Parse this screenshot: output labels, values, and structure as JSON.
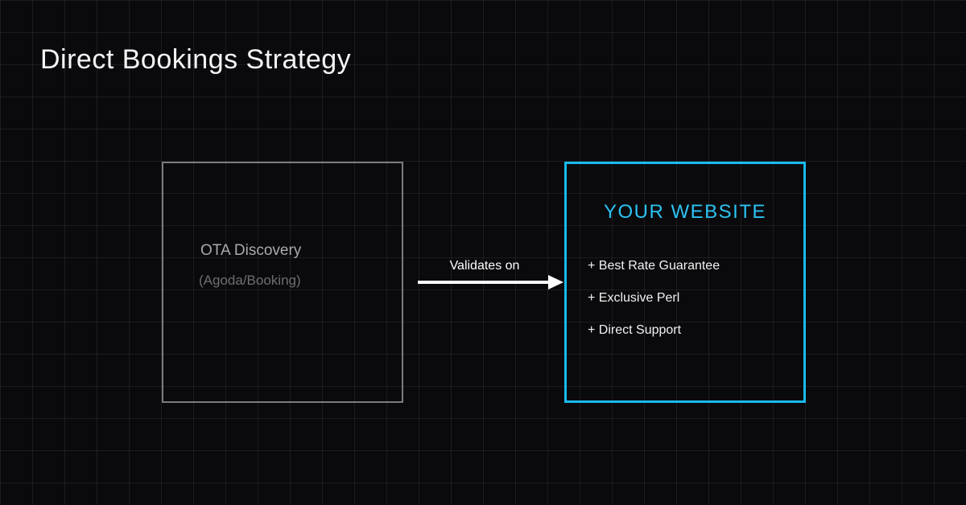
{
  "title": "Direct Bookings Strategy",
  "diagram": {
    "ota_box": {
      "title": "OTA Discovery",
      "subtitle": "(Agoda/Booking)"
    },
    "arrow": {
      "label": "Validates on"
    },
    "website_box": {
      "title": "YOUR WEBSITE",
      "items": [
        "+ Best Rate Guarantee",
        "+ Exclusive Perl",
        "+ Direct Support"
      ]
    }
  },
  "colors": {
    "background": "#0a0a0d",
    "grid_line": "#1e1e24",
    "title_text": "#f5f5f5",
    "ota_border": "#7b7b80",
    "ota_title_text": "#a9a9ae",
    "ota_subtitle_text": "#6d6d73",
    "arrow": "#ffffff",
    "accent_cyan": "#18bbee",
    "website_item_text": "#f2f2f2"
  }
}
